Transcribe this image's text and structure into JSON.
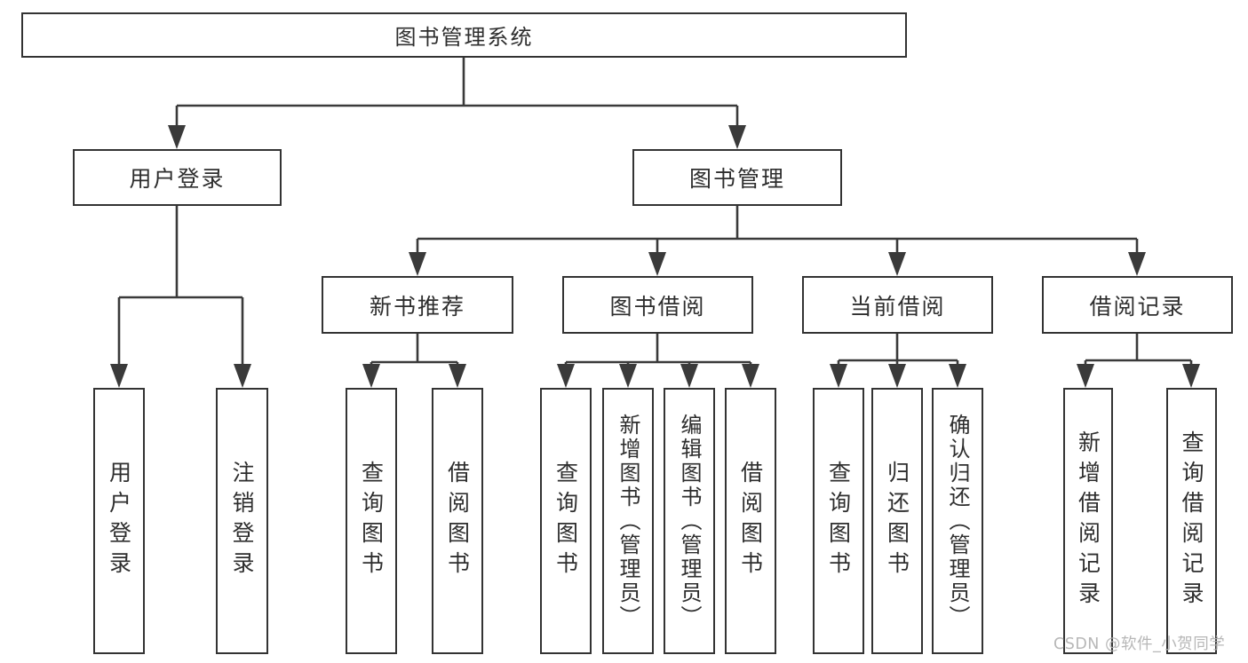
{
  "colors": {
    "line": "#3a3a3a",
    "border": "#333333",
    "text": "#2e2e2e",
    "watermark": "#b0b0b0",
    "background": "#ffffff"
  },
  "watermark": {
    "text": "CSDN @软件_小贺同学"
  },
  "tree": {
    "root": {
      "label": "图书管理系统"
    },
    "branches": [
      {
        "label": "用户登录",
        "children": [
          {
            "label": "用户登录"
          },
          {
            "label": "注销登录"
          }
        ]
      },
      {
        "label": "图书管理",
        "children": [
          {
            "label": "新书推荐",
            "children": [
              {
                "label": "查询图书"
              },
              {
                "label": "借阅图书"
              }
            ]
          },
          {
            "label": "图书借阅",
            "children": [
              {
                "label": "查询图书"
              },
              {
                "label": "新增图书（管理员）"
              },
              {
                "label": "编辑图书（管理员）"
              },
              {
                "label": "借阅图书"
              }
            ]
          },
          {
            "label": "当前借阅",
            "children": [
              {
                "label": "查询图书"
              },
              {
                "label": "归还图书"
              },
              {
                "label": "确认归还（管理员）"
              }
            ]
          },
          {
            "label": "借阅记录",
            "children": [
              {
                "label": "新增借阅记录"
              },
              {
                "label": "查询借阅记录"
              }
            ]
          }
        ]
      }
    ]
  }
}
